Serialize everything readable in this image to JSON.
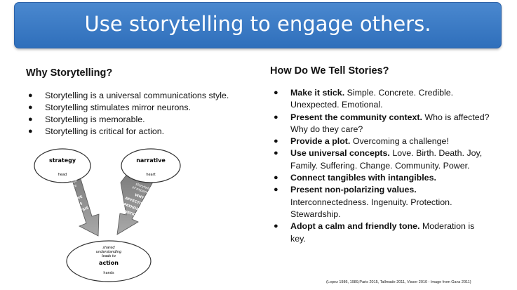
{
  "banner": {
    "title": "Use storytelling to engage others."
  },
  "left": {
    "heading": "Why Storytelling?",
    "bullets": [
      "Storytelling is a universal communications style.",
      "Storytelling stimulates mirror neurons.",
      "Storytelling is memorable.",
      "Storytelling is critical for action."
    ]
  },
  "right": {
    "heading": "How Do We Tell Stories?",
    "bullets": [
      {
        "bold": "Make it stick.",
        "text": " Simple. Concrete. Credible. Unexpected. Emotional."
      },
      {
        "bold": "Present the community context.",
        "text": " Who is affected? Why do they care?"
      },
      {
        "bold": "Provide a plot.",
        "text": " Overcoming a challenge!"
      },
      {
        "bold": "Use universal concepts.",
        "text": " Love. Birth. Death. Joy, Family. Suffering. Change. Community. Power."
      },
      {
        "bold": "Connect tangibles with intangibles.",
        "text": ""
      },
      {
        "bold": "Present non-polarizing values.",
        "text": " Interconnectedness. Ingenuity. Protection. Stewardship."
      },
      {
        "bold": "Adopt a calm and friendly tone.",
        "text": " Moderation is key."
      }
    ]
  },
  "diagram": {
    "strategy": "strategy",
    "head": "head",
    "narrative": "narrative",
    "heart": "heart",
    "left_arrow": [
      "critical reflection",
      "on experience",
      "HOW",
      "COGNITIVE",
      "LOGOS",
      "ANALYSIS"
    ],
    "right_arrow": [
      "storytelling",
      "of experience",
      "WHY",
      "AFFECTIVE",
      "PATHOS",
      "MOTIVATION"
    ],
    "bottom": [
      "shared",
      "understanding",
      "leads to"
    ],
    "action": "action",
    "hands": "hands"
  },
  "footnote": "(Lopez 1986, 1989,Paris 2015, Tallmade 2011, Visser 2010 - Image from Ganz 2011)",
  "bullet_glyph": "●"
}
